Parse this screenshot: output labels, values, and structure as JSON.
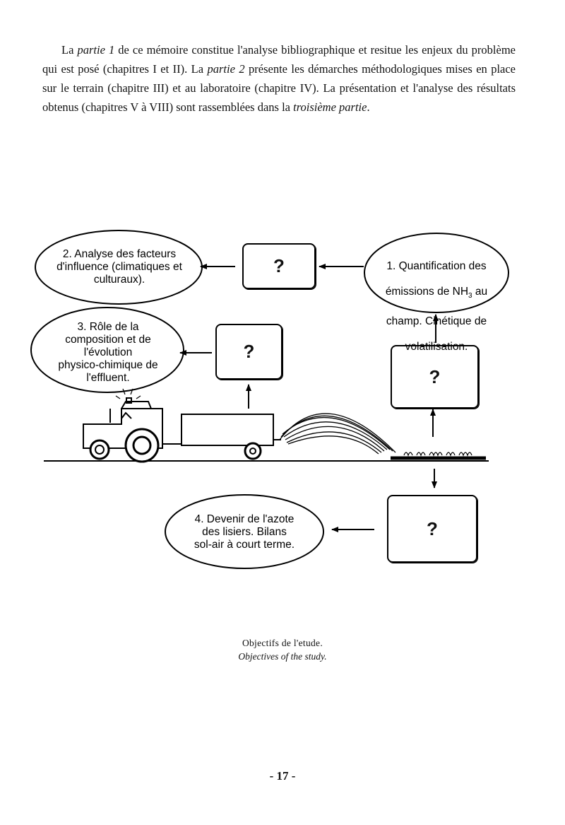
{
  "intro": {
    "s1": "La ",
    "s1_italic": "partie 1",
    "s2": " de ce mémoire constitue l'analyse bibliographique et resitue les enjeux du problème qui est posé (chapitres I et II). La ",
    "s2_italic": "partie 2",
    "s3": " présente les démarches méthodologiques mises en place sur le terrain (chapitre III) et au laboratoire (chapitre IV). La présentation et l'analyse des résultats obtenus (chapitres V à VIII) sont rassemblées dans la ",
    "s3_italic": "troisième partie",
    "s4": "."
  },
  "diagram": {
    "objective_1_line1": "1. Quantification des",
    "objective_1_line2_pre": "émissions de NH",
    "objective_1_line2_sub": "3",
    "objective_1_line2_post": " au",
    "objective_1_line3": "champ. Cinétique de",
    "objective_1_line4": "volatilisation.",
    "objective_2": "2. Analyse des facteurs\nd'influence (climatiques et\nculturaux).",
    "objective_3": "3. Rôle de la\ncomposition et de\nl'évolution\nphysico-chimique de\nl'effluent.",
    "objective_4": "4. Devenir de l'azote\ndes lisiers. Bilans\nsol-air à court terme.",
    "question_mark": "?"
  },
  "caption": {
    "title": "Objectifs de l'etude.",
    "subtitle": "Objectives of the study."
  },
  "page_number": "- 17 -"
}
